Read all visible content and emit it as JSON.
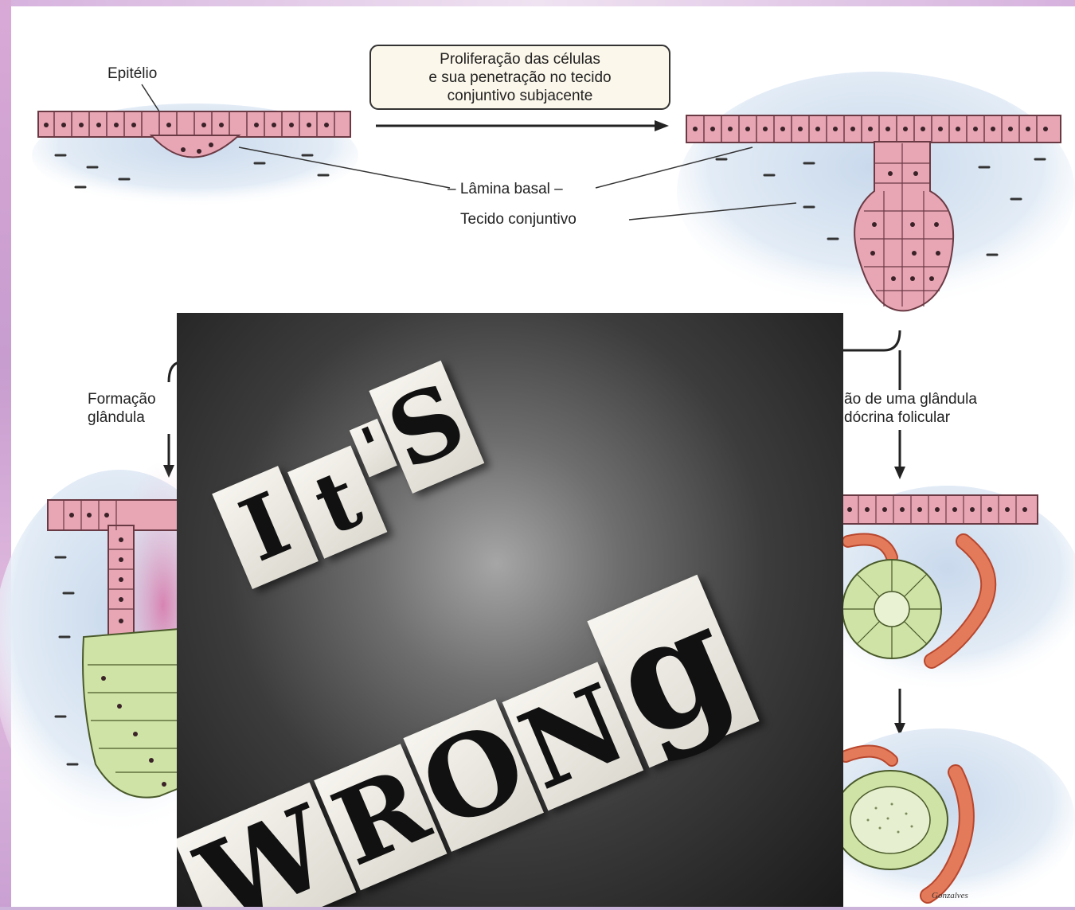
{
  "diagram": {
    "label_epithelium": "Epitélio",
    "process_box": {
      "line1": "Proliferação das células",
      "line2": "e sua penetração no tecido",
      "line3": "conjuntivo subjacente"
    },
    "label_basal_lamina": "Lâmina basal",
    "label_connective_tissue": "Tecido conjuntivo",
    "left_branch": {
      "line1": "Formação",
      "line2": "glândula"
    },
    "right_branch": {
      "line1": "ão de uma glândula",
      "line2": "dócrina folicular"
    },
    "signature": "Gonzalves"
  },
  "overlay": {
    "word1": [
      "I",
      "t",
      "'",
      "S"
    ],
    "word2": [
      "W",
      "R",
      "O",
      "N",
      "g"
    ]
  },
  "colors": {
    "epithelium_pink": "#e8a6b4",
    "connective_blue": "#dbe6f2",
    "secretory_green": "#cfe3a6",
    "vessel_orange": "#e37a5a"
  }
}
